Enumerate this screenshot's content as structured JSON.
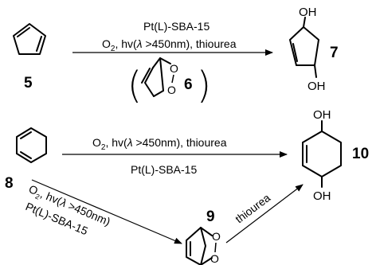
{
  "reaction_top": {
    "reagent_above": "Pt(L)-SBA-15",
    "reagent_below_o2": "O",
    "reagent_below_o2_sub": "2",
    "reagent_below_hv": ", hv(",
    "reagent_below_lambda": "λ",
    "reagent_below_rest": " >450nm), thiourea",
    "start_label": "5",
    "intermediate_label": "6",
    "product_label": "7",
    "oh_top": "OH",
    "oh_bottom": "OH"
  },
  "reaction_bottom": {
    "reagent_above_o2": "O",
    "reagent_above_o2_sub": "2",
    "reagent_above_hv": ", hv(",
    "reagent_above_lambda": "λ",
    "reagent_above_rest": " >450nm), thiourea",
    "reagent_below": "Pt(L)-SBA-15",
    "start_label": "8",
    "product_label": "10",
    "oh_top": "OH",
    "oh_bottom": "OH"
  },
  "reaction_diagonal": {
    "line1_o2": "O",
    "line1_o2_sub": "2",
    "line1_hv": ", hv(",
    "line1_lambda": "λ",
    "line1_rest": " >450nm)",
    "line2": "Pt(L)-SBA-15",
    "intermediate_label": "9",
    "second_step": "thiourea"
  },
  "atoms": {
    "oxygen": "O"
  }
}
